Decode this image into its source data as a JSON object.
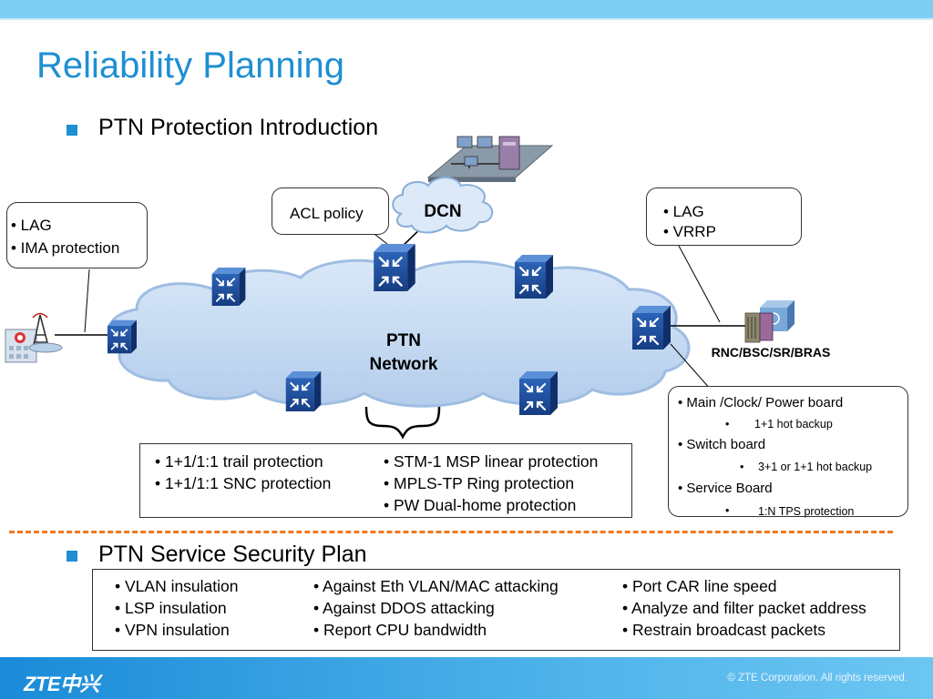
{
  "slide": {
    "title": "Reliability Planning",
    "heading1": "PTN Protection Introduction",
    "heading2": "PTN Service Security Plan",
    "accent_color": "#1e8fd2",
    "divider_color": "#f07820"
  },
  "diagram": {
    "cloud_label_line1": "PTN",
    "cloud_label_line2": "Network",
    "dcn_label": "DCN",
    "rnc_label": "RNC/BSC/SR/BRAS",
    "cloud_color": "#c6dcf4",
    "switch_color": "#1f4e9c"
  },
  "callouts": {
    "acl": "ACL policy",
    "left": [
      "• LAG",
      "• IMA protection"
    ],
    "right_top": [
      "• LAG",
      "• VRRP"
    ],
    "right_bottom": {
      "main": "• Main /Clock/ Power board",
      "main_sub": "1+1 hot backup",
      "switch": "• Switch board",
      "switch_sub": "3+1  or 1+1 hot backup",
      "service": "• Service Board",
      "service_sub": "1:N TPS protection",
      "sub_bullet": "•"
    }
  },
  "protection_box": {
    "col1": [
      "• 1+1/1:1  trail protection",
      "• 1+1/1:1 SNC protection"
    ],
    "col2": [
      "• STM-1 MSP linear protection",
      "• MPLS-TP Ring protection",
      "• PW Dual-home protection"
    ]
  },
  "security_box": {
    "col1": [
      "• VLAN insulation",
      "• LSP insulation",
      "• VPN insulation"
    ],
    "col2": [
      "• Against Eth VLAN/MAC attacking",
      "• Against DDOS attacking",
      "• Report CPU bandwidth"
    ],
    "col3": [
      "• Port CAR line speed",
      "• Analyze and filter packet address",
      "• Restrain broadcast packets"
    ]
  },
  "footer": {
    "logo": "ZTE中兴",
    "copyright": "© ZTE Corporation. All rights reserved."
  }
}
